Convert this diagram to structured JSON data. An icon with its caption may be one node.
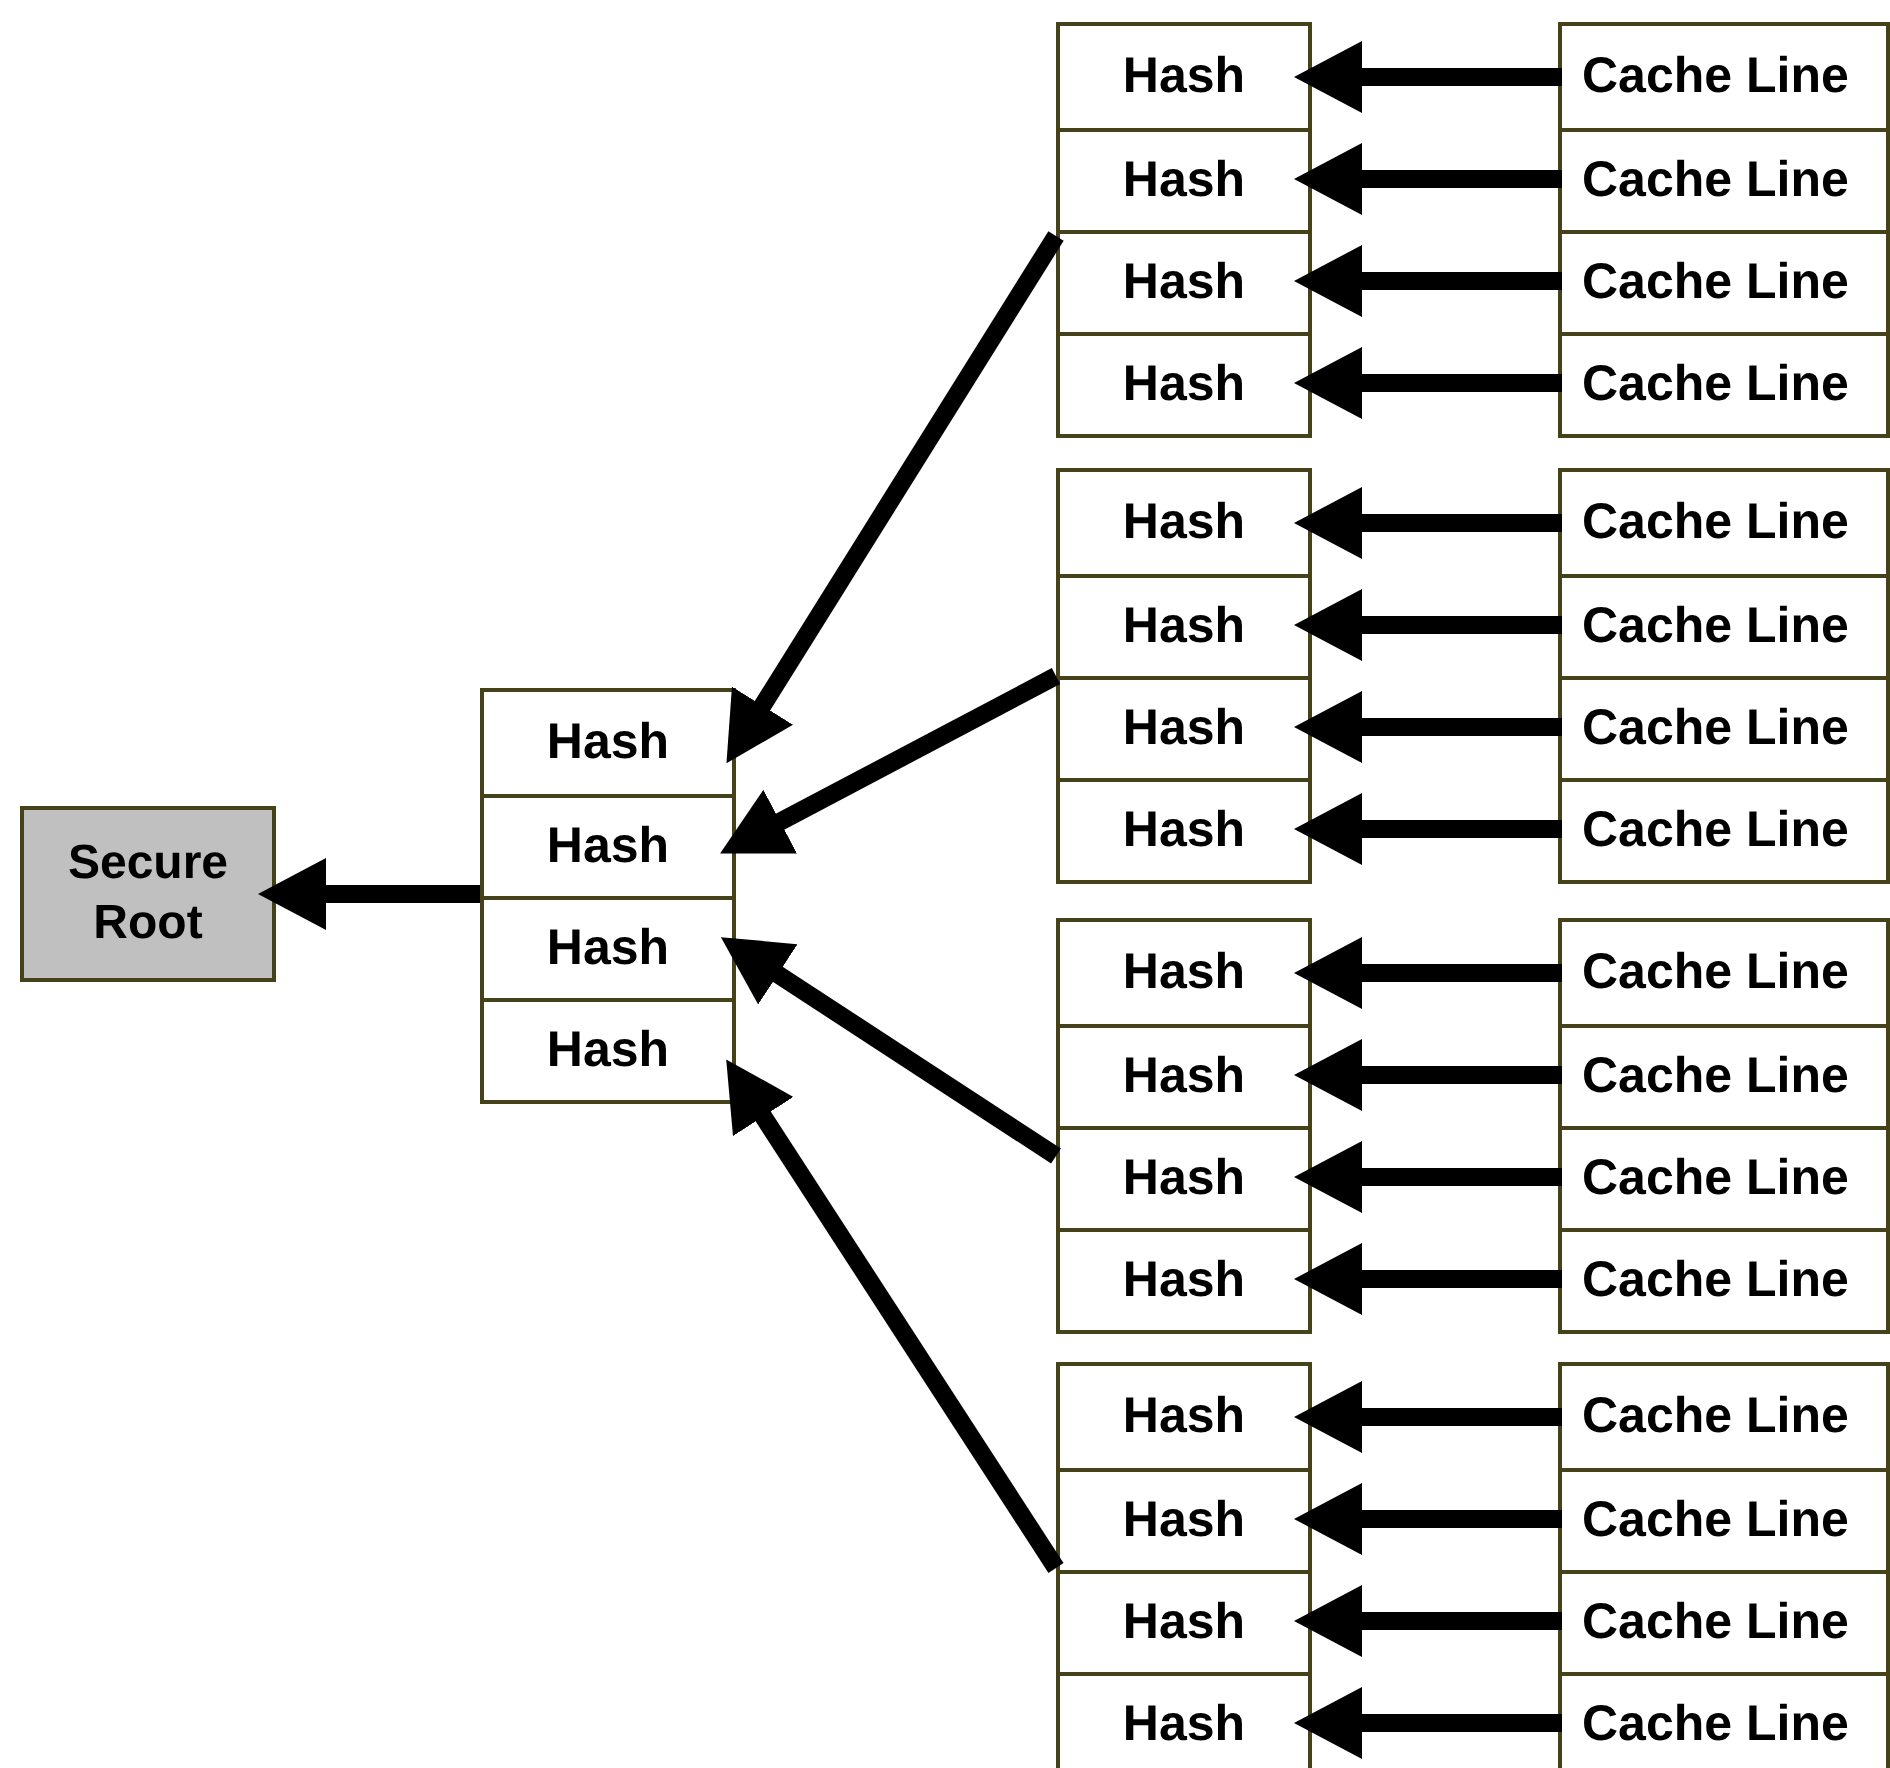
{
  "diagram": {
    "nodes": [
      {
        "text": [
          "Secure Root"
        ]
      },
      {
        "text": [],
        "shape": "box"
      },
      {
        "text": [
          "Hash"
        ],
        "in": 1
      },
      {
        "text": [
          "Hash"
        ],
        "in": 1
      },
      {
        "text": [
          "Hash"
        ],
        "in": 1
      },
      {
        "text": [
          "Hash"
        ],
        "in": 1
      },
      {
        "text": [],
        "shape": "box"
      },
      {
        "text": [
          "Hash"
        ],
        "in": 6
      },
      {
        "text": [
          "Hash"
        ],
        "in": 6
      },
      {
        "text": [
          "Hash"
        ],
        "in": 6
      },
      {
        "text": [
          "Hash"
        ],
        "in": 6
      },
      {
        "text": [],
        "shape": "box"
      },
      {
        "text": [
          "Cache Line"
        ],
        "in": 11
      },
      {
        "text": [
          "Cache Line"
        ],
        "in": 11
      },
      {
        "text": [
          "Cache Line"
        ],
        "in": 11
      },
      {
        "text": [
          "Cache Line"
        ],
        "in": 11
      },
      {
        "text": [],
        "shape": "box"
      },
      {
        "text": [
          "Hash"
        ],
        "in": 16
      },
      {
        "text": [
          "Hash"
        ],
        "in": 16
      },
      {
        "text": [
          "Hash"
        ],
        "in": 16
      },
      {
        "text": [
          "Hash"
        ],
        "in": 16
      },
      {
        "text": [],
        "shape": "box"
      },
      {
        "text": [
          "Cache Line"
        ],
        "in": 21
      },
      {
        "text": [
          "Cache Line"
        ],
        "in": 21
      },
      {
        "text": [
          "Cache Line"
        ],
        "in": 21
      },
      {
        "text": [
          "Cache Line"
        ],
        "in": 21
      },
      {
        "text": [],
        "shape": "box"
      },
      {
        "text": [
          "Hash"
        ],
        "in": 26
      },
      {
        "text": [
          "Hash"
        ],
        "in": 26
      },
      {
        "text": [
          "Hash"
        ],
        "in": 26
      },
      {
        "text": [
          "Hash"
        ],
        "in": 26
      },
      {
        "text": [],
        "shape": "box"
      },
      {
        "text": [
          "Cache Line"
        ],
        "in": 31
      },
      {
        "text": [
          "Cache Line"
        ],
        "in": 31
      },
      {
        "text": [
          "Cache Line"
        ],
        "in": 31
      },
      {
        "text": [
          "Cache Line"
        ],
        "in": 31
      },
      {
        "text": [],
        "shape": "box"
      },
      {
        "text": [
          "Hash"
        ],
        "in": 36
      },
      {
        "text": [
          "Hash"
        ],
        "in": 36
      },
      {
        "text": [
          "Hash"
        ],
        "in": 36
      },
      {
        "text": [
          "Hash"
        ],
        "in": 36
      },
      {
        "text": [],
        "shape": "box"
      },
      {
        "text": [
          "Cache Line"
        ],
        "in": 41
      },
      {
        "text": [
          "Cache Line"
        ],
        "in": 41
      },
      {
        "text": [
          "Cache Line"
        ],
        "in": 41
      },
      {
        "text": [
          "Cache Line"
        ],
        "in": 41
      }
    ],
    "edges": [
      {
        "from": 1,
        "to": 0,
        "arrow": "to"
      },
      {
        "from": 6,
        "to": 2,
        "arrow": "to"
      },
      {
        "from": 16,
        "to": 3,
        "arrow": "to"
      },
      {
        "from": 26,
        "to": 4,
        "arrow": "to"
      },
      {
        "from": 36,
        "to": 5,
        "arrow": "to"
      },
      {
        "from": 12,
        "to": 7,
        "arrow": "to"
      },
      {
        "from": 13,
        "to": 8,
        "arrow": "to"
      },
      {
        "from": 14,
        "to": 9,
        "arrow": "to"
      },
      {
        "from": 15,
        "to": 10,
        "arrow": "to"
      },
      {
        "from": 22,
        "to": 17,
        "arrow": "to"
      },
      {
        "from": 23,
        "to": 18,
        "arrow": "to"
      },
      {
        "from": 24,
        "to": 19,
        "arrow": "to"
      },
      {
        "from": 25,
        "to": 20,
        "arrow": "to"
      },
      {
        "from": 32,
        "to": 27,
        "arrow": "to"
      },
      {
        "from": 33,
        "to": 28,
        "arrow": "to"
      },
      {
        "from": 34,
        "to": 29,
        "arrow": "to"
      },
      {
        "from": 35,
        "to": 30,
        "arrow": "to"
      },
      {
        "from": 42,
        "to": 37,
        "arrow": "to"
      },
      {
        "from": 43,
        "to": 38,
        "arrow": "to"
      },
      {
        "from": 44,
        "to": 39,
        "arrow": "to"
      },
      {
        "from": 45,
        "to": 40,
        "arrow": "to"
      }
    ]
  }
}
